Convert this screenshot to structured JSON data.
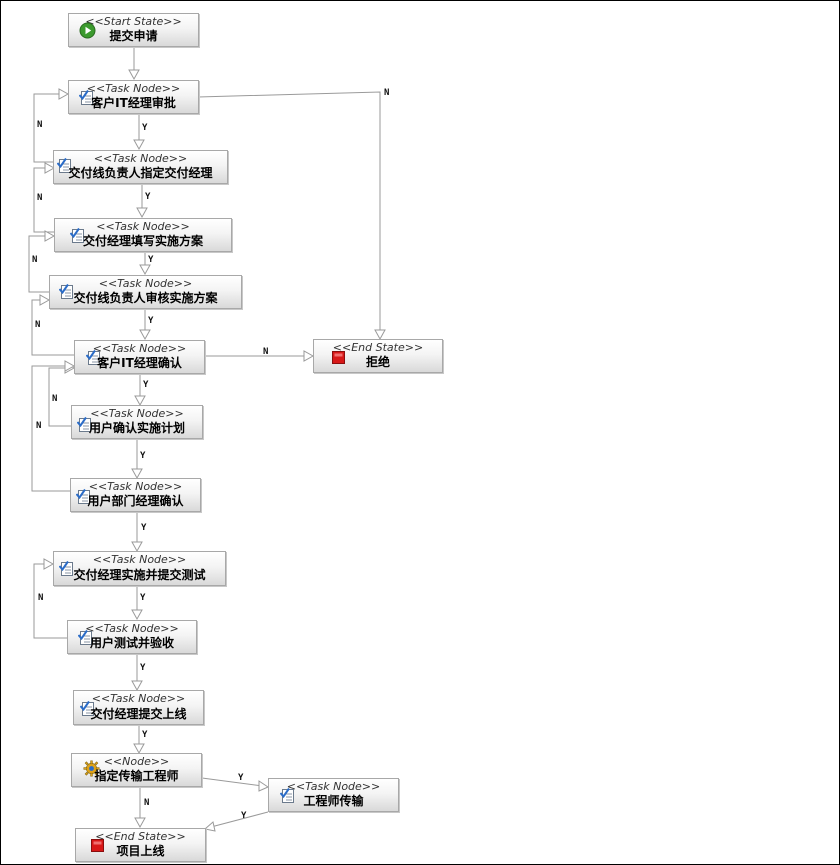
{
  "stereotypes": {
    "start": "<<Start State>>",
    "task": "<<Task Node>>",
    "end": "<<End State>>",
    "node": "<<Node>>"
  },
  "nodes": {
    "start": "提交申请",
    "customer_it_approve": "客户IT经理审批",
    "assign_delivery_manager": "交付线负责人指定交付经理",
    "fill_plan": "交付经理填写实施方案",
    "review_plan": "交付线负责人审核实施方案",
    "customer_it_confirm": "客户IT经理确认",
    "reject": "拒绝",
    "user_confirm_plan": "用户确认实施计划",
    "dept_manager_confirm": "用户部门经理确认",
    "implement_submit_test": "交付经理实施并提交测试",
    "user_test_accept": "用户测试并验收",
    "submit_launch": "交付经理提交上线",
    "assign_engineer": "指定传输工程师",
    "engineer_transfer": "工程师传输",
    "launch": "项目上线"
  },
  "edge_labels": {
    "yes": "Y",
    "no": "N"
  },
  "colors": {
    "node_border": "#a8a8a8",
    "edge": "#9a9a9a",
    "start_icon": "#3c9a2e",
    "end_icon": "#d81818",
    "task_icon": "#2a6cc8"
  },
  "icons": {
    "start": "play-circle-icon",
    "task": "task-checklist-icon",
    "end": "stop-square-icon",
    "node": "gear-icon"
  }
}
